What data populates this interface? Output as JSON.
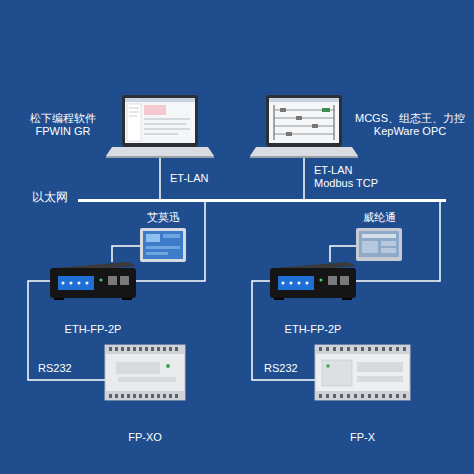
{
  "diagram": {
    "nodes": [
      {
        "text": [
          "松下编程软件 FPWIN GR"
        ]
      },
      {
        "text": [
          "MCGS、组态王、力控 KepWare OPC"
        ]
      },
      {
        "text": [
          "以太网"
        ]
      },
      {
        "text": [
          "艾莫迅"
        ]
      },
      {
        "text": [
          "威纶通"
        ]
      },
      {
        "text": [
          "ETH-FP-2P"
        ]
      },
      {
        "text": [
          "ETH-FP-2P"
        ]
      },
      {
        "text": [
          "FP-XO"
        ]
      },
      {
        "text": [
          "FP-X"
        ]
      }
    ],
    "edges": [
      {
        "from": 0,
        "to": 2,
        "arrow": "none",
        "label": "ET-LAN"
      },
      {
        "from": 1,
        "to": 2,
        "arrow": "none",
        "label": "ET-LAN Modbus TCP"
      },
      {
        "from": 2,
        "to": 5,
        "arrow": "none"
      },
      {
        "from": 3,
        "to": 5,
        "arrow": "none"
      },
      {
        "from": 5,
        "to": 7,
        "arrow": "none",
        "label": "RS232"
      },
      {
        "from": 2,
        "to": 6,
        "arrow": "none"
      },
      {
        "from": 4,
        "to": 6,
        "arrow": "none"
      },
      {
        "from": 6,
        "to": 8,
        "arrow": "none",
        "label": "RS232"
      }
    ]
  }
}
